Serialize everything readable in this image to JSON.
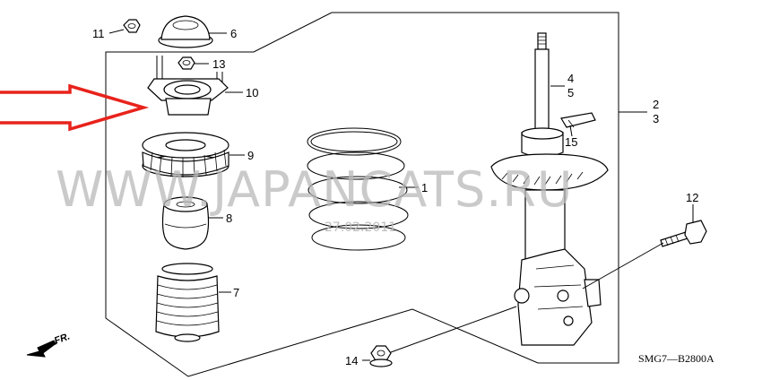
{
  "diagram": {
    "callouts": {
      "c1": "1",
      "c2": "2",
      "c3": "3",
      "c4": "4",
      "c5": "5",
      "c6": "6",
      "c7": "7",
      "c8": "8",
      "c9": "9",
      "c10": "10",
      "c11": "11",
      "c12": "12",
      "c13": "13",
      "c14": "14",
      "c15": "15"
    },
    "direction_label": "FR.",
    "diagram_code": "SMG7—B2800A",
    "watermark": "WWW.JAPANCATS.RU",
    "date_stamp": "27.02.2011",
    "colors": {
      "line": "#000000",
      "pointer_arrow": "#e8231c",
      "watermark": "#b8b8b8"
    }
  }
}
